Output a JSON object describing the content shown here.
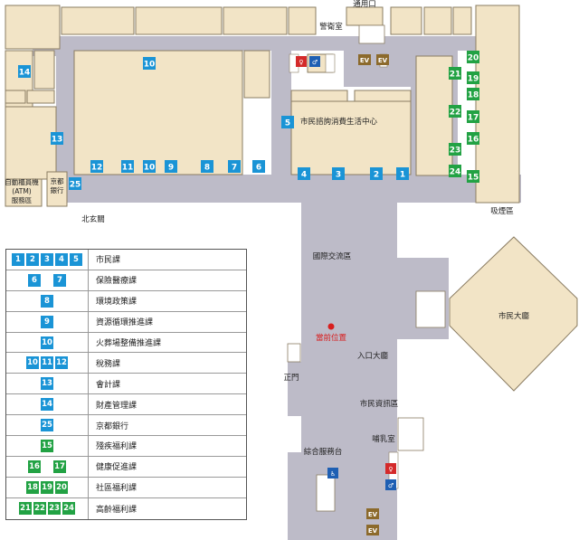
{
  "colors": {
    "corridor": "#bdbbc8",
    "room": "#f2e4c6",
    "room_border": "#8a7c62",
    "blue_badge": "#1a94d6",
    "green_badge": "#22a244",
    "current_location": "#d81e1e",
    "restroom_women": "#d42a2a",
    "restroom_men": "#1e5fb3",
    "elevator": "#8c6a2c",
    "accessible": "#1e5fb3"
  },
  "labels": {
    "entrance_top": "通用口",
    "guard_room": "警衛室",
    "consumer_center": "市民諮詢消費生活中心",
    "atm_area": "自動櫃員機\n(ATM)\n服務區",
    "kyoto_bank_short": "京都\n銀行",
    "north_entrance": "北玄關",
    "smoking_area": "吸煙區",
    "international_area": "國際交流區",
    "citizen_hall": "市民大廳",
    "current_location": "當前位置",
    "entrance_hall": "入口大廳",
    "main_gate": "正門",
    "citizen_info": "市民資訊區",
    "nursing_room": "哺乳室",
    "service_desk": "綜合服務台",
    "elevator": "EV",
    "restroom_women_icon": "women-restroom-icon",
    "restroom_men_icon": "men-restroom-icon",
    "accessible_icon": "wheelchair-icon"
  },
  "map_badges": [
    {
      "n": "14",
      "c": "blue"
    },
    {
      "n": "10",
      "c": "blue"
    },
    {
      "n": "13",
      "c": "blue"
    },
    {
      "n": "12",
      "c": "blue"
    },
    {
      "n": "11",
      "c": "blue"
    },
    {
      "n": "10",
      "c": "blue"
    },
    {
      "n": "9",
      "c": "blue"
    },
    {
      "n": "8",
      "c": "blue"
    },
    {
      "n": "7",
      "c": "blue"
    },
    {
      "n": "6",
      "c": "blue"
    },
    {
      "n": "25",
      "c": "blue"
    },
    {
      "n": "5",
      "c": "blue"
    },
    {
      "n": "4",
      "c": "blue"
    },
    {
      "n": "3",
      "c": "blue"
    },
    {
      "n": "2",
      "c": "blue"
    },
    {
      "n": "1",
      "c": "blue"
    },
    {
      "n": "20",
      "c": "green"
    },
    {
      "n": "21",
      "c": "green"
    },
    {
      "n": "19",
      "c": "green"
    },
    {
      "n": "18",
      "c": "green"
    },
    {
      "n": "22",
      "c": "green"
    },
    {
      "n": "17",
      "c": "green"
    },
    {
      "n": "16",
      "c": "green"
    },
    {
      "n": "23",
      "c": "green"
    },
    {
      "n": "24",
      "c": "green"
    },
    {
      "n": "15",
      "c": "green"
    }
  ],
  "legend": [
    {
      "badges": [
        "1",
        "2",
        "3",
        "4",
        "5"
      ],
      "color": "blue",
      "name": "市民課"
    },
    {
      "badges": [
        "6",
        "7"
      ],
      "color": "blue",
      "name": "保險醫療課",
      "split": true
    },
    {
      "badges": [
        "8"
      ],
      "color": "blue",
      "name": "環境政策課"
    },
    {
      "badges": [
        "9"
      ],
      "color": "blue",
      "name": "資源循環推進課"
    },
    {
      "badges": [
        "10"
      ],
      "color": "blue",
      "name": "火葬場整備推進課"
    },
    {
      "badges": [
        "10",
        "11",
        "12"
      ],
      "color": "blue",
      "name": "稅務課"
    },
    {
      "badges": [
        "13"
      ],
      "color": "blue",
      "name": "會計課"
    },
    {
      "badges": [
        "14"
      ],
      "color": "blue",
      "name": "財產管理課"
    },
    {
      "badges": [
        "25"
      ],
      "color": "blue",
      "name": "京都銀行"
    },
    {
      "badges": [
        "15"
      ],
      "color": "green",
      "name": "殘疾福利課"
    },
    {
      "badges": [
        "16",
        "17"
      ],
      "color": "green",
      "name": "健康促進課",
      "split": true
    },
    {
      "badges": [
        "18",
        "19",
        "20"
      ],
      "color": "green",
      "name": "社區福利課"
    },
    {
      "badges": [
        "21",
        "22",
        "23",
        "24"
      ],
      "color": "green",
      "name": "高齡福利課"
    }
  ]
}
